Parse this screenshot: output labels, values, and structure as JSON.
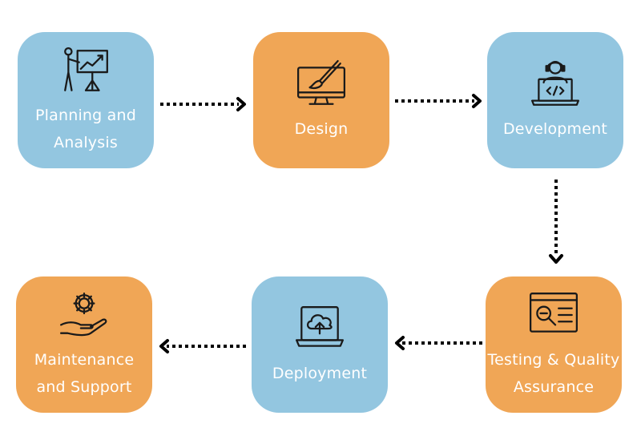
{
  "steps": [
    {
      "label_lines": [
        "Planning and",
        "Analysis"
      ],
      "icon": "presentation-chart-icon",
      "color": "#93C6E0"
    },
    {
      "label_lines": [
        "Design",
        ""
      ],
      "icon": "monitor-paintbrush-icon",
      "color": "#F0A656"
    },
    {
      "label_lines": [
        "Development",
        ""
      ],
      "icon": "developer-laptop-icon",
      "color": "#93C6E0"
    },
    {
      "label_lines": [
        "Testing & Quality",
        "Assurance"
      ],
      "icon": "code-inspection-icon",
      "color": "#F0A656"
    },
    {
      "label_lines": [
        "Deployment",
        ""
      ],
      "icon": "cloud-upload-laptop-icon",
      "color": "#93C6E0"
    },
    {
      "label_lines": [
        "Maintenance",
        "and Support"
      ],
      "icon": "gear-hand-icon",
      "color": "#F0A656"
    }
  ],
  "arrow_color": "#000000"
}
